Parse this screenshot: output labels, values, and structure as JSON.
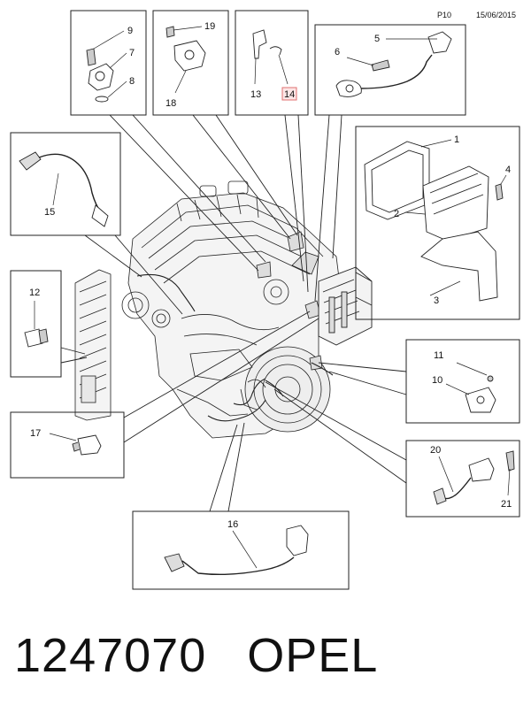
{
  "header": {
    "page_code": "P10",
    "date": "15/06/2015"
  },
  "callouts": {
    "c1": "1",
    "c2": "2",
    "c3": "3",
    "c4": "4",
    "c5": "5",
    "c6": "6",
    "c7": "7",
    "c8": "8",
    "c9": "9",
    "c10": "10",
    "c11": "11",
    "c12": "12",
    "c13": "13",
    "c14": "14",
    "c15": "15",
    "c16": "16",
    "c17": "17",
    "c18": "18",
    "c19": "19",
    "c20": "20",
    "c21": "21"
  },
  "highlighted_callout": {
    "label": "14",
    "color": "#e07070"
  },
  "footer": {
    "part_number": "1247070",
    "brand": "OPEL"
  }
}
